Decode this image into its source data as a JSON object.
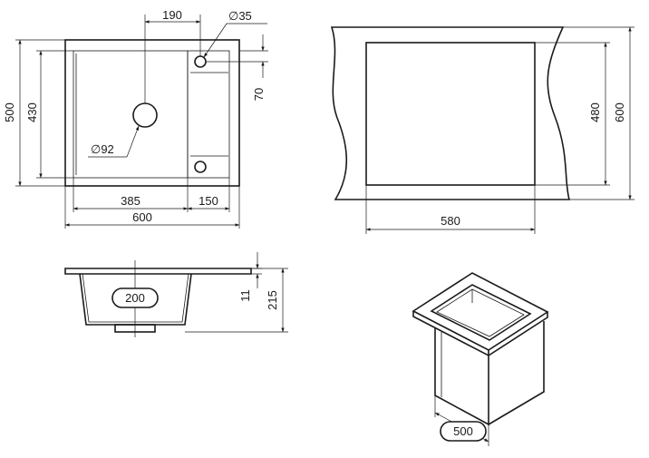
{
  "top_view": {
    "dim_top_offset": "190",
    "dim_tap_hole": "∅35",
    "dim_outer_height": "500",
    "dim_inner_height": "430",
    "dim_drain": "∅92",
    "dim_side_offset": "70",
    "dim_bowl_width": "385",
    "dim_drainer_width": "150",
    "dim_outer_width": "600"
  },
  "cabinet_view": {
    "dim_cutout_height": "480",
    "dim_cabinet_height": "600",
    "dim_cutout_width": "580"
  },
  "section_view": {
    "dim_drain_dia": "200",
    "dim_rim": "11",
    "dim_depth": "215"
  },
  "iso_view": {
    "dim_cabinet_width": "500"
  }
}
